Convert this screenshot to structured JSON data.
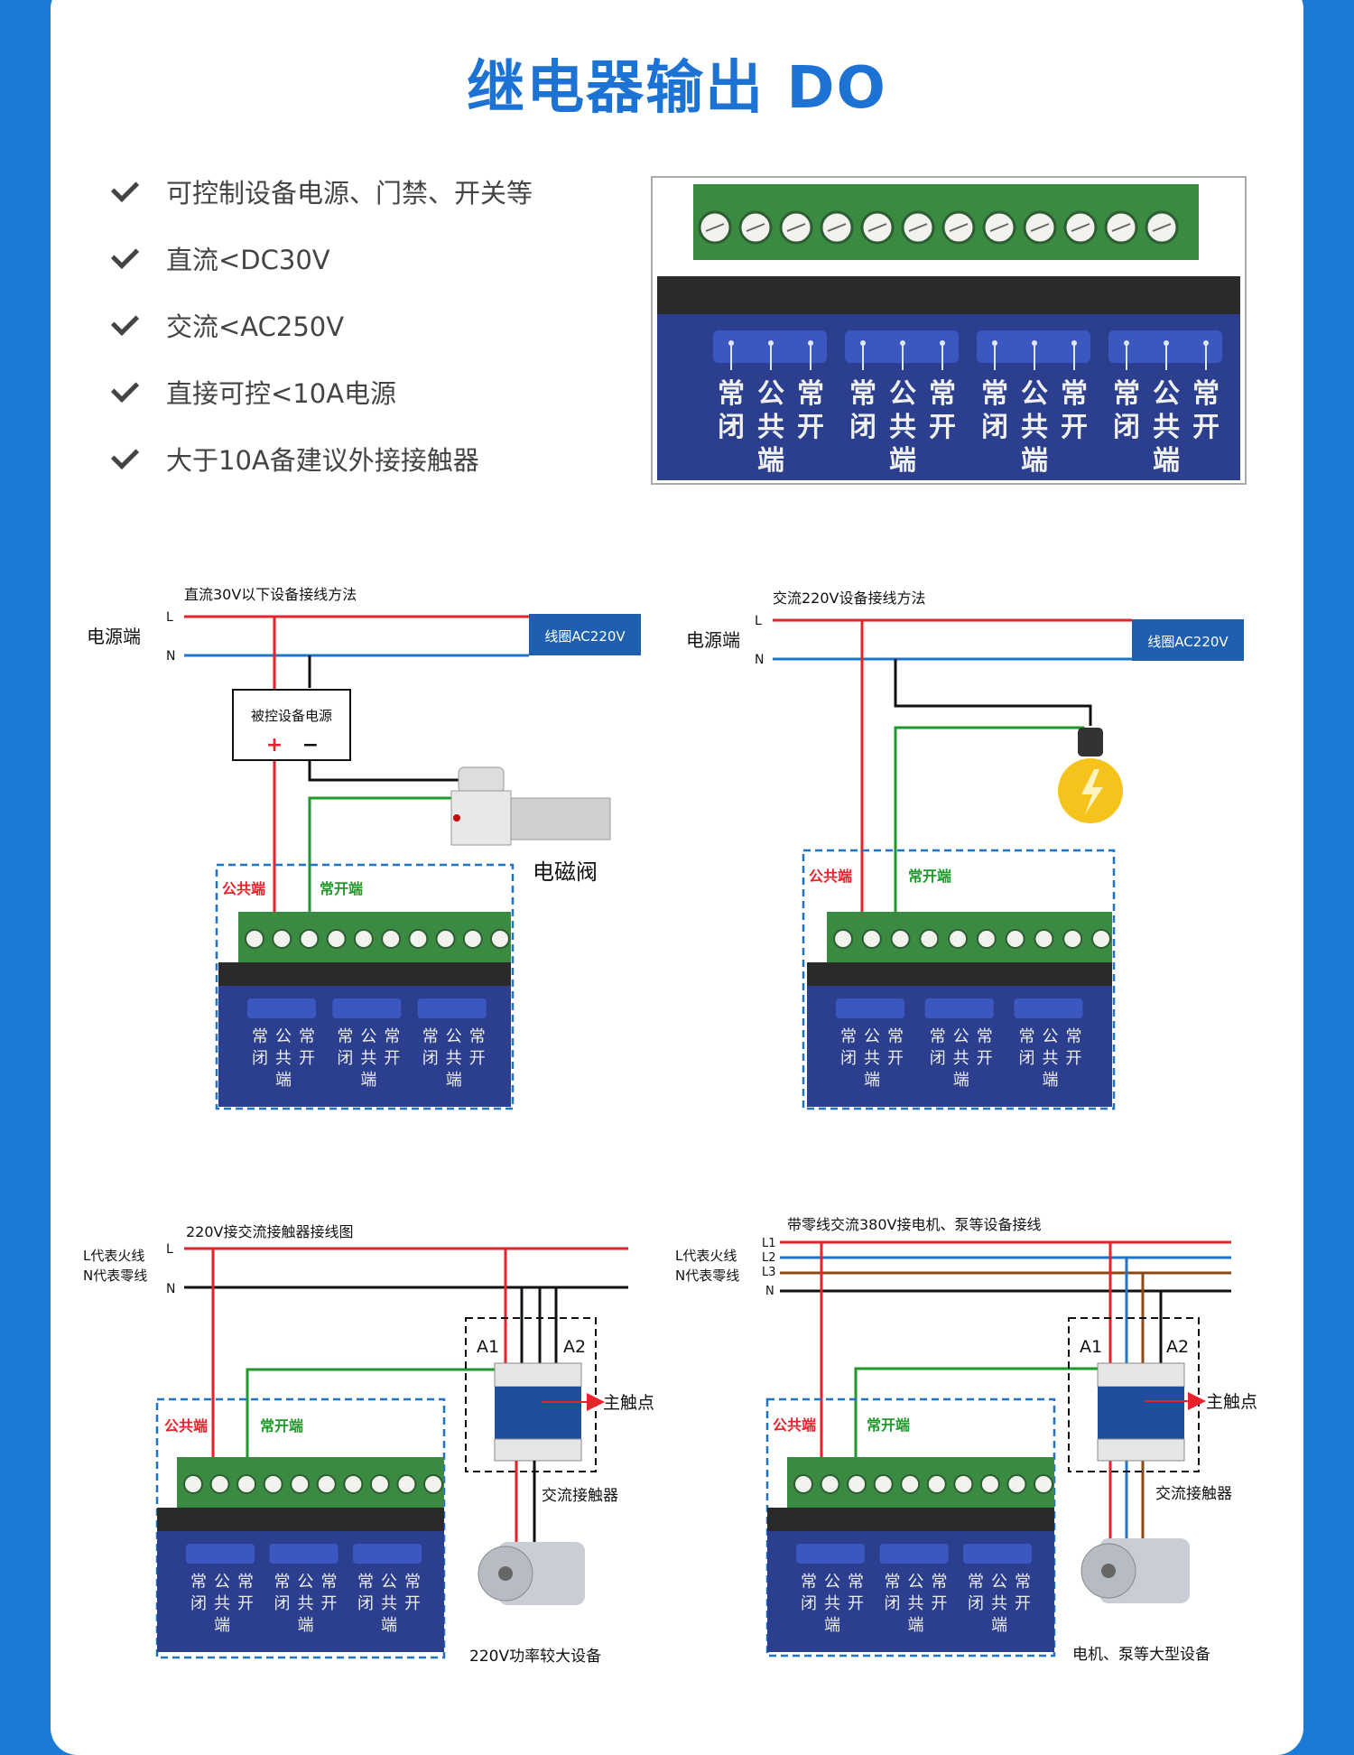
{
  "title": "继电器输出 DO",
  "features": [
    "可控制设备电源、门禁、开关等",
    "直流<DC30V",
    "交流<AC250V",
    "直接可控<10A电源",
    "大于10A备建议外接接触器"
  ],
  "terminal_labels": {
    "group": [
      {
        "nc": [
          "常",
          "闭"
        ],
        "com": [
          "公",
          "共",
          "端"
        ],
        "no": [
          "常",
          "开"
        ]
      },
      {
        "nc": [
          "常",
          "闭"
        ],
        "com": [
          "公",
          "共",
          "端"
        ],
        "no": [
          "常",
          "开"
        ]
      },
      {
        "nc": [
          "常",
          "闭"
        ],
        "com": [
          "公",
          "共",
          "端"
        ],
        "no": [
          "常",
          "开"
        ]
      },
      {
        "nc": [
          "常",
          "闭"
        ],
        "com": [
          "公",
          "共",
          "端"
        ],
        "no": [
          "常",
          "开"
        ]
      }
    ]
  },
  "diagrams": {
    "dc": {
      "caption": "直流30V以下设备接线方法",
      "power": "电源端",
      "l": "L",
      "n": "N",
      "coil": "线圈AC220V",
      "device_power": "被控设备电源",
      "plus": "+",
      "minus": "−",
      "valve": "电磁阀",
      "com": "公共端",
      "no": "常开端"
    },
    "ac": {
      "caption": "交流220V设备接线方法",
      "power": "电源端",
      "l": "L",
      "n": "N",
      "coil": "线圈AC220V",
      "com": "公共端",
      "no": "常开端"
    },
    "contactor220": {
      "caption": "220V接交流接触器接线图",
      "l_desc": "L代表火线",
      "n_desc": "N代表零线",
      "l": "L",
      "n": "N",
      "a1": "A1",
      "a2": "A2",
      "main": "主触点",
      "contactor": "交流接触器",
      "com": "公共端",
      "no": "常开端",
      "device": "220V功率较大设备"
    },
    "contactor380": {
      "caption": "带零线交流380V接电机、泵等设备接线",
      "l_desc": "L代表火线",
      "n_desc": "N代表零线",
      "l1": "L1",
      "l2": "L2",
      "l3": "L3",
      "n": "N",
      "a1": "A1",
      "a2": "A2",
      "main": "主触点",
      "contactor": "交流接触器",
      "com": "公共端",
      "no": "常开端",
      "device": "电机、泵等大型设备"
    }
  },
  "colors": {
    "accent": "#1c73d3",
    "live": "#e8222b",
    "neutral": "#1f74c8",
    "black": "#111111",
    "signal": "#1e9a2a",
    "brown": "#8b4a14",
    "terminal_green": "#3a8a42",
    "panel_blue": "#2c3f8f"
  }
}
